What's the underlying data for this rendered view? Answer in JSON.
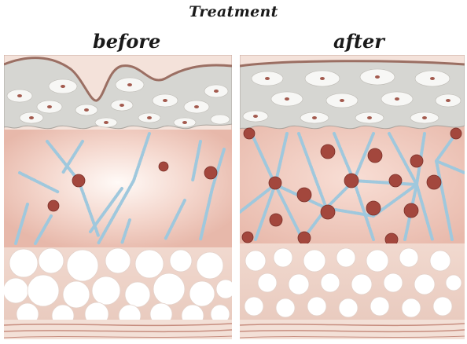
{
  "diagram": {
    "title": "Treatment",
    "panels": [
      {
        "id": "before",
        "label": "before"
      },
      {
        "id": "after",
        "label": "after"
      }
    ]
  },
  "colors": {
    "epidermis": "#d9d9d6",
    "dermis": "#efc9bd",
    "dermis_glow": "#fff3ee",
    "fibers": "#a9cfe2",
    "red_cell": "#a84a40",
    "fat": "#ffffff",
    "skin_border": "#a7786b",
    "bottom_band": "#f1ddd3"
  }
}
